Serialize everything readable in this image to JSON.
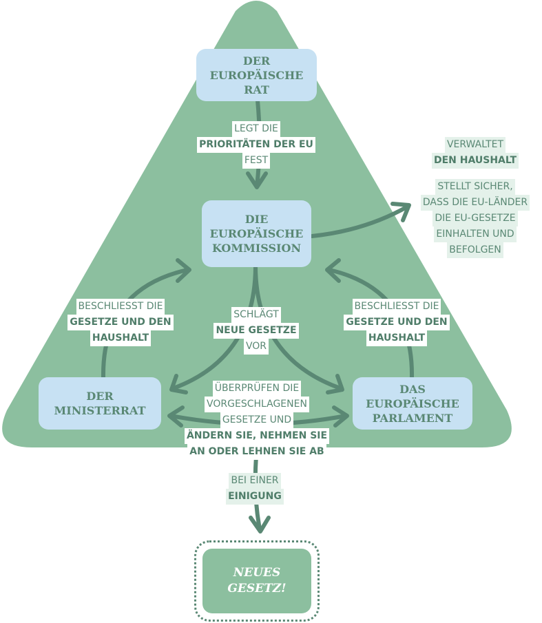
{
  "colors": {
    "triangle": "#8cbf9f",
    "box": "#c7e1f3",
    "box_text": "#5a8874",
    "arrow": "#5a8874",
    "label_bg_outside": "#e4f1ea"
  },
  "nodes": {
    "rat": {
      "lines": [
        "DER",
        "EUROPÄISCHE",
        "RAT"
      ]
    },
    "kommission": {
      "lines": [
        "DIE",
        "EUROPÄISCHE",
        "KOMMISSION"
      ]
    },
    "ministerrat": {
      "lines": [
        "DER",
        "MINISTERRAT"
      ]
    },
    "parlament": {
      "lines": [
        "DAS",
        "EUROPÄISCHE",
        "PARLAMENT"
      ]
    },
    "gesetz": {
      "lines": [
        "NEUES",
        "GESETZ!"
      ]
    }
  },
  "labels": {
    "prioritaeten": {
      "l1": "LEGT DIE",
      "l2": "PRIORITÄTEN DER EU",
      "l3": "FEST"
    },
    "haushalt": {
      "l1": "VERWALTET",
      "l2": "DEN HAUSHALT"
    },
    "stellt": {
      "l1": "STELLT SICHER,",
      "l2": "DASS DIE EU-LÄNDER",
      "l3": "DIE EU-GESETZE",
      "l4": "EINHALTEN UND",
      "l5": "BEFOLGEN"
    },
    "beschliesst_left": {
      "l1": "BESCHLIESST DIE",
      "l2": "GESETZE UND DEN",
      "l3": "HAUSHALT"
    },
    "beschliesst_right": {
      "l1": "BESCHLIESST DIE",
      "l2": "GESETZE UND DEN",
      "l3": "HAUSHALT"
    },
    "schlaegt": {
      "l1": "SCHLÄGT",
      "l2": "NEUE GESETZE",
      "l3": "VOR"
    },
    "ueberpruefen": {
      "l1": "ÜBERPRÜFEN DIE",
      "l2": "VORGESCHLAGENEN",
      "l3": "GESETZE UND",
      "l4": "ÄNDERN SIE, NEHMEN SIE",
      "l5": "AN ODER LEHNEN SIE AB"
    },
    "einigung": {
      "l1": "BEI EINER",
      "l2": "EINIGUNG"
    }
  }
}
